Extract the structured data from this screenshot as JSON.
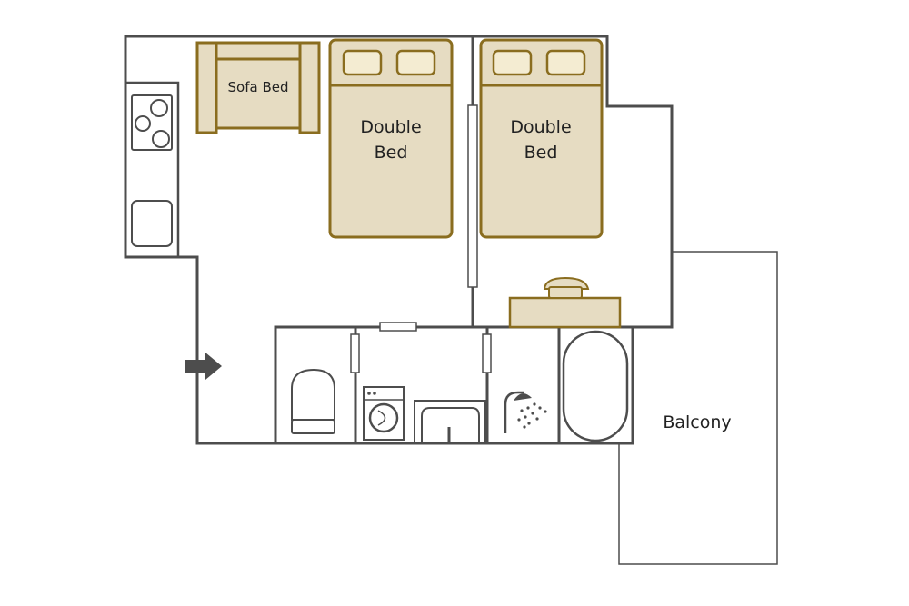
{
  "labels": {
    "sofa_bed": "Sofa Bed",
    "double_bed_1_line1": "Double",
    "double_bed_1_line2": "Bed",
    "double_bed_2_line1": "Double",
    "double_bed_2_line2": "Bed",
    "balcony": "Balcony"
  },
  "colors": {
    "furniture_fill": "#e6dcc2",
    "furniture_stroke": "#8a6d1f",
    "wall": "#4d4d4d",
    "entrance_arrow": "#4d4d4d"
  },
  "icons": {
    "entrance": "arrow-right-icon",
    "stove": "stove-icon",
    "kitchen_sink": "sink-icon",
    "toilet": "toilet-icon",
    "washing_machine": "washing-machine-icon",
    "bathroom_sink": "sink-icon",
    "shower": "shower-icon",
    "bathtub": "bathtub-icon",
    "desk_lamp": "lamp-icon"
  }
}
